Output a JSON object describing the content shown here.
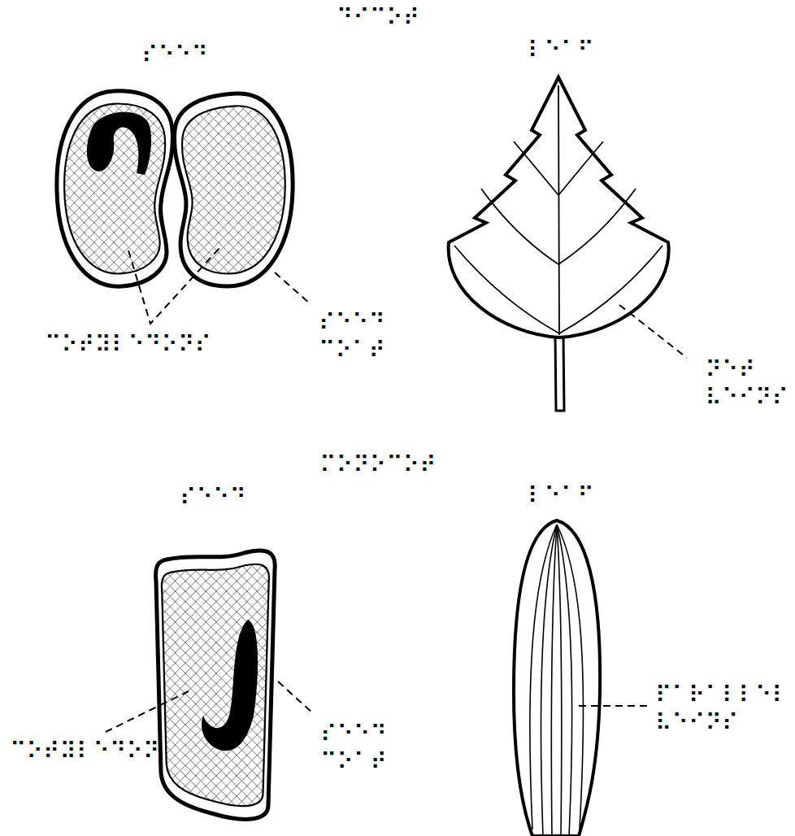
{
  "diagram": {
    "labels": [
      "⠙⠊⠉⠕⠞",
      "⠎⠑⠑⠙",
      "⠇⠑⠁⠋",
      "⠉⠕⠞⠽⠇⠑⠙⠕⠝⠎",
      "⠎⠑⠑⠙ ⠉⠕⠁⠞",
      "⠝⠑⠞ ⠧⠑⠊⠝⠎",
      "⠍⠕⠝⠕⠉⠕⠞",
      "⠎⠑⠑⠙",
      "⠇⠑⠁⠋",
      "⠉⠕⠞⠽⠇⠑⠙⠕⠝",
      "⠎⠑⠑⠙ ⠉⠕⠁⠞",
      "⠏⠁⠗⠁⠇⠇⠑⠇ ⠧⠑⠊⠝⠎"
    ]
  }
}
